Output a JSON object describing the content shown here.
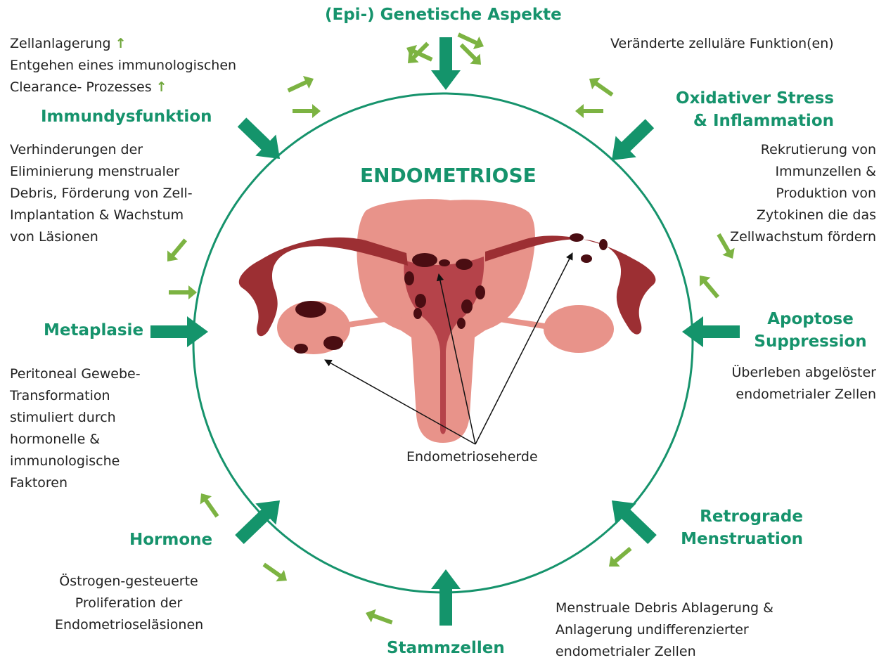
{
  "colors": {
    "heading": "#16936c",
    "ring": "#16936c",
    "big_arrow": "#14946b",
    "small_arrow": "#7cb342",
    "text": "#222222",
    "uterus_dark": "#9c2f33",
    "uterus_light": "#e8938a",
    "lesion": "#4a0d12"
  },
  "title": "ENDOMETRIOSE",
  "factors": {
    "genetics": {
      "heading": "(Epi-) Genetische Aspekte",
      "description": "Veränderte zelluläre Funktion(en)"
    },
    "immune": {
      "heading": "Immundysfunktion",
      "effects_line1": "Zellanlagerung",
      "effects_line2": "Entgehen eines immunologischen",
      "effects_line3": "Clearance- Prozesses",
      "up_icon": "↑",
      "description": "Verhinderungen der\nEliminierung menstrualer\nDebris, Förderung von Zell-\nImplantation & Wachstum\nvon Läsionen"
    },
    "oxidative": {
      "heading": "Oxidativer Stress\n& Inflammation",
      "description": "Rekrutierung von\nImmunzellen &\nProduktion von\nZytokinen die das\nZellwachstum fördern"
    },
    "metaplasia": {
      "heading": "Metaplasie",
      "description": "Peritoneal Gewebe-\nTransformation\nstimuliert durch\nhormonelle &\nimmunologische\nFaktoren"
    },
    "apoptosis": {
      "heading": "Apoptose\nSuppression",
      "description": "Überleben abgelöster\nendometrialer Zellen"
    },
    "hormones": {
      "heading": "Hormone",
      "description": "Östrogen-gesteuerte\nProliferation der\nEndometrioseläsionen"
    },
    "retrograde": {
      "heading": "Retrograde\nMenstruation",
      "description": "Menstruale Debris Ablagerung &\nAnlagerung undifferenzierter\nendometrialer Zellen"
    },
    "stemcells": {
      "heading": "Stammzellen"
    }
  },
  "illustration": {
    "lesion_label": "Endometrioseherde"
  }
}
